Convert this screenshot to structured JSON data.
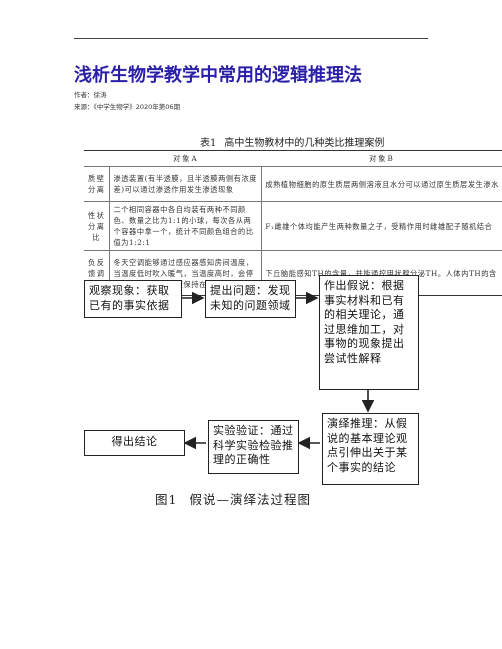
{
  "article": {
    "title": "浅析生物学教学中常用的逻辑推理法",
    "author_line": "作者：徐涛",
    "source_line": "来源：《中学生物学》2020年第06期"
  },
  "table": {
    "caption_no": "表1",
    "caption_text": "高中生物教材中的几种类比推理案例",
    "col_a": "对象A",
    "col_b": "对象B",
    "rows": [
      {
        "category": "质壁分离",
        "a": "渗透装置(有半透膜，且半透膜两侧有浓度差)可以通过渗透作用发生渗透现象",
        "b": "成熟植物细胞的原生质层两侧溶液且水分可以通过原生质层发生渗水"
      },
      {
        "category": "性状分离比",
        "a": "二个相同容器中各自均装有两种不同颜色、数量之比为1:1的小球，每次各从两个容器中拿一个，统计不同颜色组合的比值为1:2:1",
        "b": "F₁雌雄个体均能产生两种数量之子，受精作用时雌雄配子随机结合"
      },
      {
        "category": "负反馈调节",
        "a": "冬天空调能够通过感应器感知房间温度，当温度低时吹入暖气，当温度高时，会停止运行，使房间温度保持在一定范围内",
        "b": "下丘脑能感知TH的含量，并能通控甲状腺分泌TH。人体内TH的含"
      }
    ]
  },
  "flowchart": {
    "nodes": {
      "observe": "观察现象：获取已有的事实依据",
      "question": "提出问题：发现未知的问题领域",
      "hypothesis": "作出假说：根据事实材料和已有的相关理论，通过思维加工，对事物的现象提出尝试性解释",
      "deduce": "演绎推理：从假说的基本理论观点引伸出关于某个事实的结论",
      "verify": "实验验证：通过科学实验检验推理的正确性",
      "conclude": "得出结论"
    },
    "caption_no": "图1",
    "caption_text": "假说—演绎法过程图"
  }
}
